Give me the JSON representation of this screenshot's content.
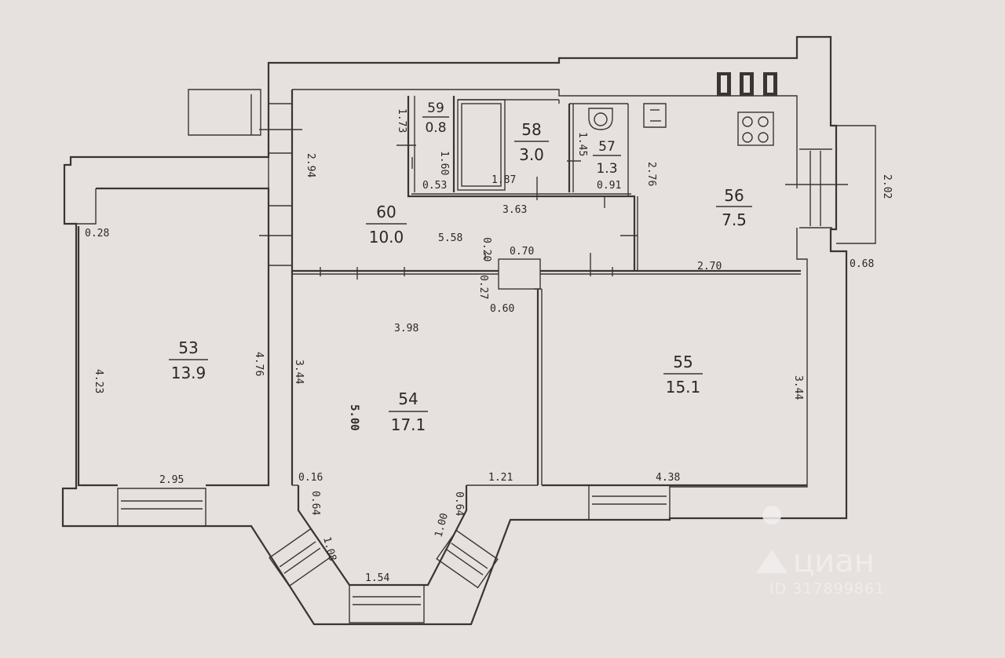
{
  "rooms": [
    {
      "id": "53",
      "number": "53",
      "area": "13.9"
    },
    {
      "id": "54",
      "number": "54",
      "area": "17.1"
    },
    {
      "id": "55",
      "number": "55",
      "area": "15.1"
    },
    {
      "id": "56",
      "number": "56",
      "area": "7.5"
    },
    {
      "id": "57",
      "number": "57",
      "area": "1.3"
    },
    {
      "id": "58",
      "number": "58",
      "area": "3.0"
    },
    {
      "id": "59",
      "number": "59",
      "area": "0.8"
    },
    {
      "id": "60",
      "number": "60",
      "area": "10.0"
    }
  ],
  "dimensions": {
    "d_0_28": "0.28",
    "d_4_23": "4.23",
    "d_4_76": "4.76",
    "d_2_95": "2.95",
    "d_2_94": "2.94",
    "d_1_73": "1.73",
    "d_1_60": "1.60",
    "d_0_53": "0.53",
    "d_1_87": "1.87",
    "d_1_45": "1.45",
    "d_0_91": "0.91",
    "d_3_63": "3.63",
    "d_2_76": "2.76",
    "d_5_58": "5.58",
    "d_0_20": "0.20",
    "d_0_70": "0.70",
    "d_2_70": "2.70",
    "d_2_02": "2.02",
    "d_0_68": "0.68",
    "d_0_27": "0.27",
    "d_0_60": "0.60",
    "d_3_98": "3.98",
    "d_3_44_left": "3.44",
    "d_5_00": "5.00",
    "d_3_44_right": "3.44",
    "d_0_16": "0.16",
    "d_0_64_left": "0.64",
    "d_1_08": "1.08",
    "d_1_54": "1.54",
    "d_1_00": "1.00",
    "d_0_64_right": "0.64",
    "d_1_21": "1.21",
    "d_4_38": "4.38"
  },
  "watermark": {
    "brand": "циан",
    "listing_id": "ID 317899861"
  }
}
